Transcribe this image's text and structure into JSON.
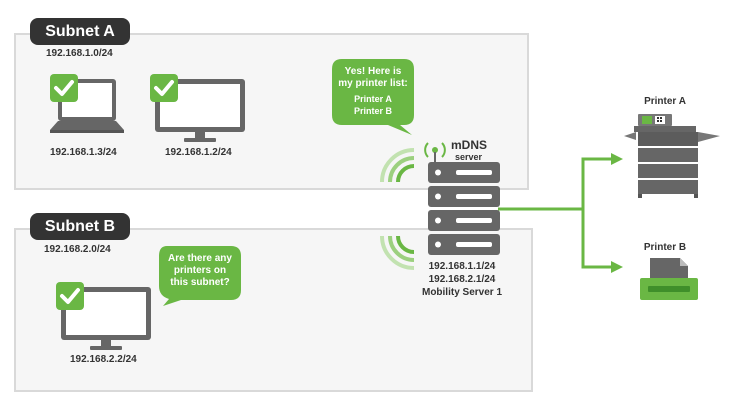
{
  "subnet_a": {
    "title": "Subnet A",
    "network": "192.168.1.0/24",
    "laptop_ip": "192.168.1.3/24",
    "desktop_ip": "192.168.1.2/24"
  },
  "subnet_b": {
    "title": "Subnet B",
    "network": "192.168.2.0/24",
    "desktop_ip": "192.168.2.2/24"
  },
  "reply_bubble": {
    "lines": [
      "Yes! Here is",
      "my printer list:"
    ],
    "printers": [
      "Printer A",
      "Printer B"
    ]
  },
  "query_bubble": {
    "lines": [
      "Are there any",
      "printers on",
      "this subnet?"
    ]
  },
  "server": {
    "label_1": "mDNS",
    "label_2": "server",
    "ip_1": "192.168.1.1/24",
    "ip_2": "192.168.2.1/24",
    "name": "Mobility Server 1"
  },
  "printers": {
    "a": "Printer A",
    "b": "Printer B"
  },
  "colors": {
    "green": "#6ab744",
    "dark": "#333333",
    "gray_device": "#666666",
    "box_bg": "#f6f6f6",
    "box_border": "#d9d9d9"
  }
}
